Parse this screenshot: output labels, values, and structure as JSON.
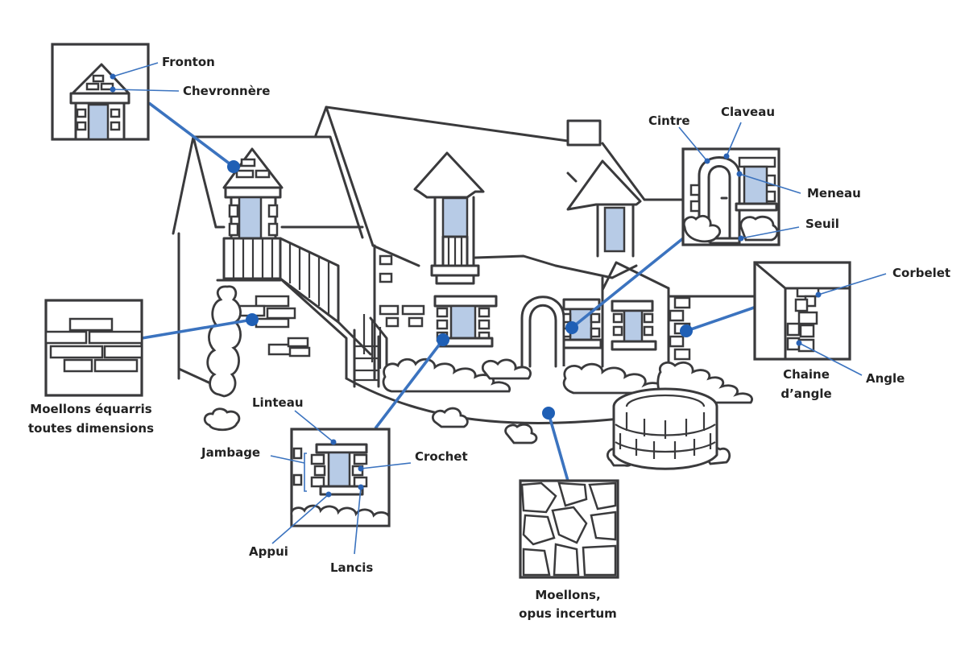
{
  "diagram": {
    "labels": {
      "fronton": "Fronton",
      "chevronnere": "Chevronnère",
      "cintre": "Cintre",
      "claveau": "Claveau",
      "meneau": "Meneau",
      "seuil": "Seuil",
      "corbelet": "Corbelet",
      "chaine_line1": "Chaine",
      "chaine_line2": "d’angle",
      "angle": "Angle",
      "moellons_eq_line1": "Moellons équarris",
      "moellons_eq_line2": "toutes dimensions",
      "linteau": "Linteau",
      "jambage": "Jambage",
      "crochet": "Crochet",
      "appui": "Appui",
      "lancis": "Lancis",
      "opus_line1": "Moellons,",
      "opus_line2": "opus incertum"
    },
    "colors": {
      "outline": "#3a3a3c",
      "glass": "#b7cbe6",
      "leader": "#3b73bf",
      "marker": "#1f5fb5"
    }
  }
}
